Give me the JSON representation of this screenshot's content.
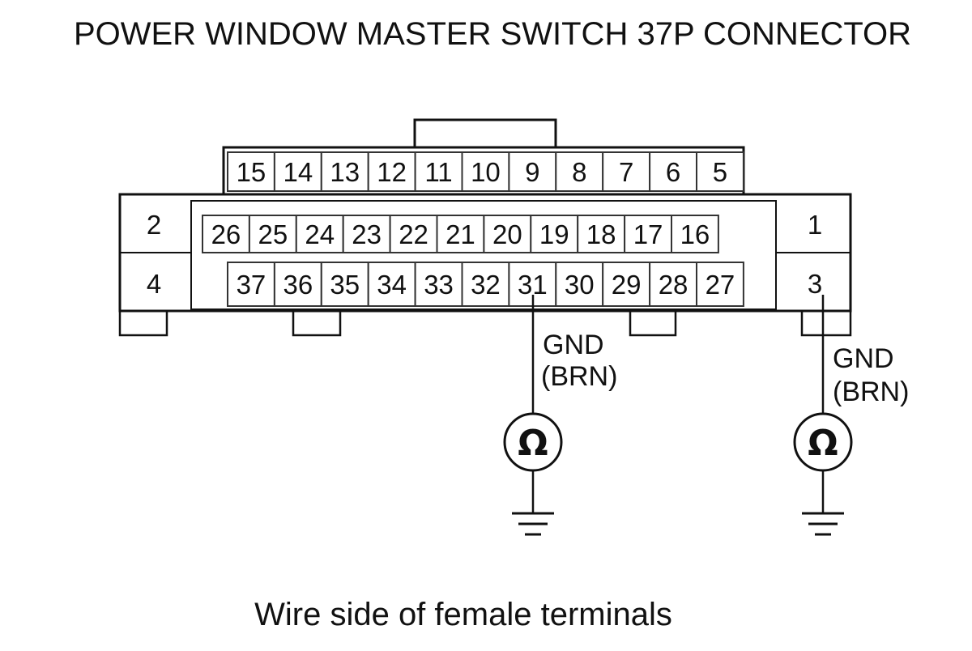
{
  "title": "POWER WINDOW MASTER SWITCH 37P CONNECTOR",
  "caption": "Wire side of female terminals",
  "connector": {
    "top_row": [
      "15",
      "14",
      "13",
      "12",
      "11",
      "10",
      "9",
      "8",
      "7",
      "6",
      "5"
    ],
    "middle_row": [
      "26",
      "25",
      "24",
      "23",
      "22",
      "21",
      "20",
      "19",
      "18",
      "17",
      "16"
    ],
    "bottom_row": [
      "37",
      "36",
      "35",
      "34",
      "33",
      "32",
      "31",
      "30",
      "29",
      "28",
      "27"
    ],
    "left_block": [
      "2",
      "4"
    ],
    "right_block": [
      "1",
      "3"
    ]
  },
  "probes": [
    {
      "terminal": "31",
      "label_line1": "GND",
      "label_line2": "(BRN)",
      "symbol": "Ω",
      "icon": "ohmmeter-icon"
    },
    {
      "terminal": "3",
      "label_line1": "GND",
      "label_line2": "(BRN)",
      "symbol": "Ω",
      "icon": "ohmmeter-icon"
    }
  ]
}
